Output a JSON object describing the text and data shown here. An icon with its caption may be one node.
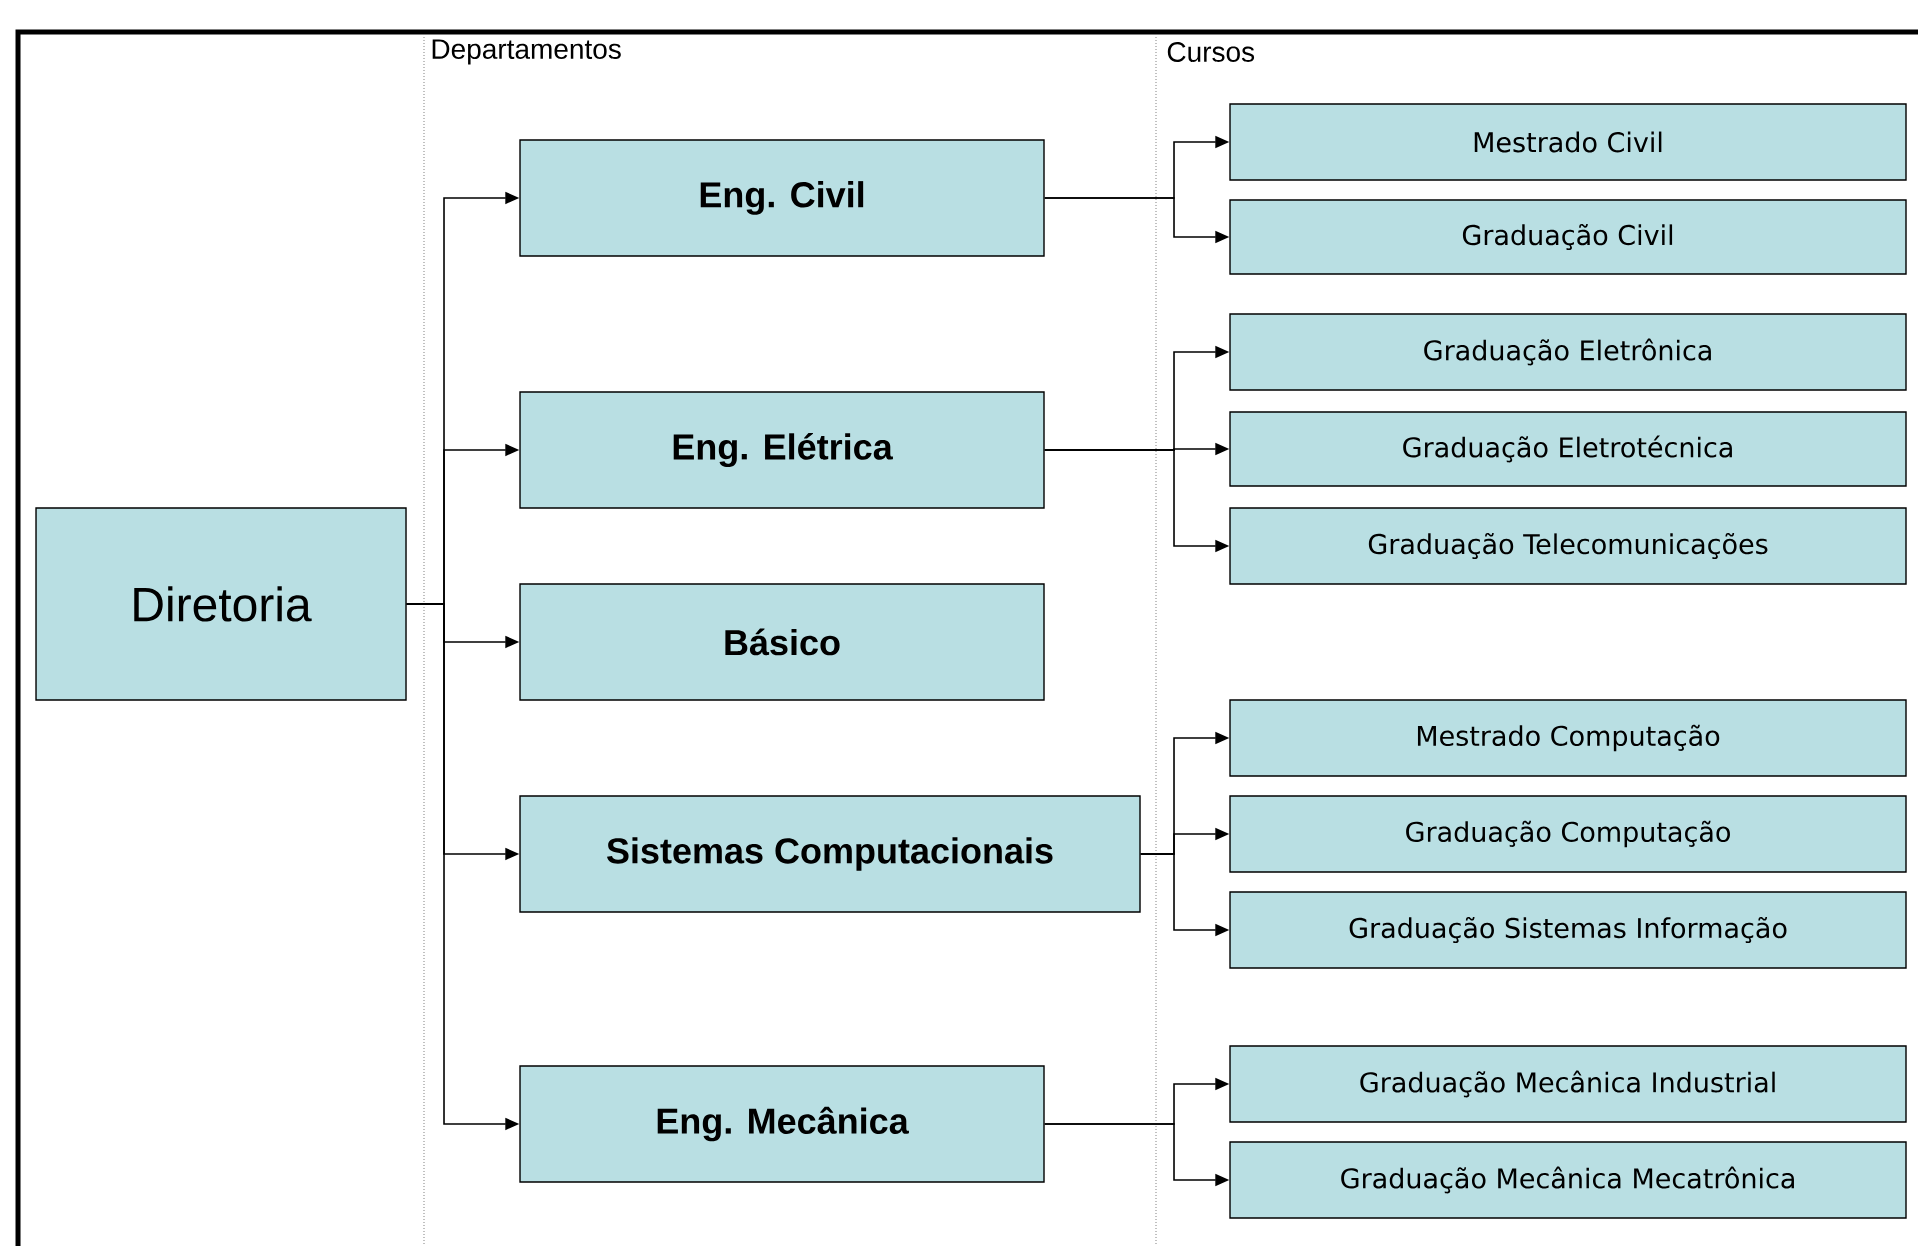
{
  "diagram": {
    "nodes": [
      {
        "text": [
          "Diretoria"
        ]
      },
      {
        "text": [
          "Eng. Civil"
        ]
      },
      {
        "text": [
          "Eng. Elétrica"
        ]
      },
      {
        "text": [
          "Básico"
        ]
      },
      {
        "text": [
          "Sistemas Computacionais"
        ]
      },
      {
        "text": [
          "Eng. Mecânica"
        ]
      },
      {
        "text": [
          "Mestrado Civil"
        ]
      },
      {
        "text": [
          "Graduação Civil"
        ]
      },
      {
        "text": [
          "Graduação Eletrônica"
        ]
      },
      {
        "text": [
          "Graduação Eletrotécnica"
        ]
      },
      {
        "text": [
          "Graduação Telecomunicações"
        ]
      },
      {
        "text": [
          "Mestrado Computação"
        ]
      },
      {
        "text": [
          "Graduação Computação"
        ]
      },
      {
        "text": [
          "Graduação Sistemas Informação"
        ]
      },
      {
        "text": [
          "Graduação Mecânica Industrial"
        ]
      },
      {
        "text": [
          "Graduação Mecânica Mecatrônica"
        ]
      }
    ],
    "edges": [
      {
        "from": 0,
        "to": 1,
        "arrow": "to"
      },
      {
        "from": 0,
        "to": 2,
        "arrow": "to"
      },
      {
        "from": 0,
        "to": 3,
        "arrow": "to"
      },
      {
        "from": 0,
        "to": 4,
        "arrow": "to"
      },
      {
        "from": 0,
        "to": 5,
        "arrow": "to"
      },
      {
        "from": 1,
        "to": 6,
        "arrow": "to"
      },
      {
        "from": 1,
        "to": 7,
        "arrow": "to"
      },
      {
        "from": 2,
        "to": 8,
        "arrow": "to"
      },
      {
        "from": 2,
        "to": 9,
        "arrow": "to"
      },
      {
        "from": 2,
        "to": 10,
        "arrow": "to"
      },
      {
        "from": 4,
        "to": 11,
        "arrow": "to"
      },
      {
        "from": 4,
        "to": 12,
        "arrow": "to"
      },
      {
        "from": 4,
        "to": 13,
        "arrow": "to"
      },
      {
        "from": 5,
        "to": 14,
        "arrow": "to"
      },
      {
        "from": 5,
        "to": 15,
        "arrow": "to"
      }
    ],
    "labels": [
      "Departamentos",
      "Cursos"
    ]
  }
}
